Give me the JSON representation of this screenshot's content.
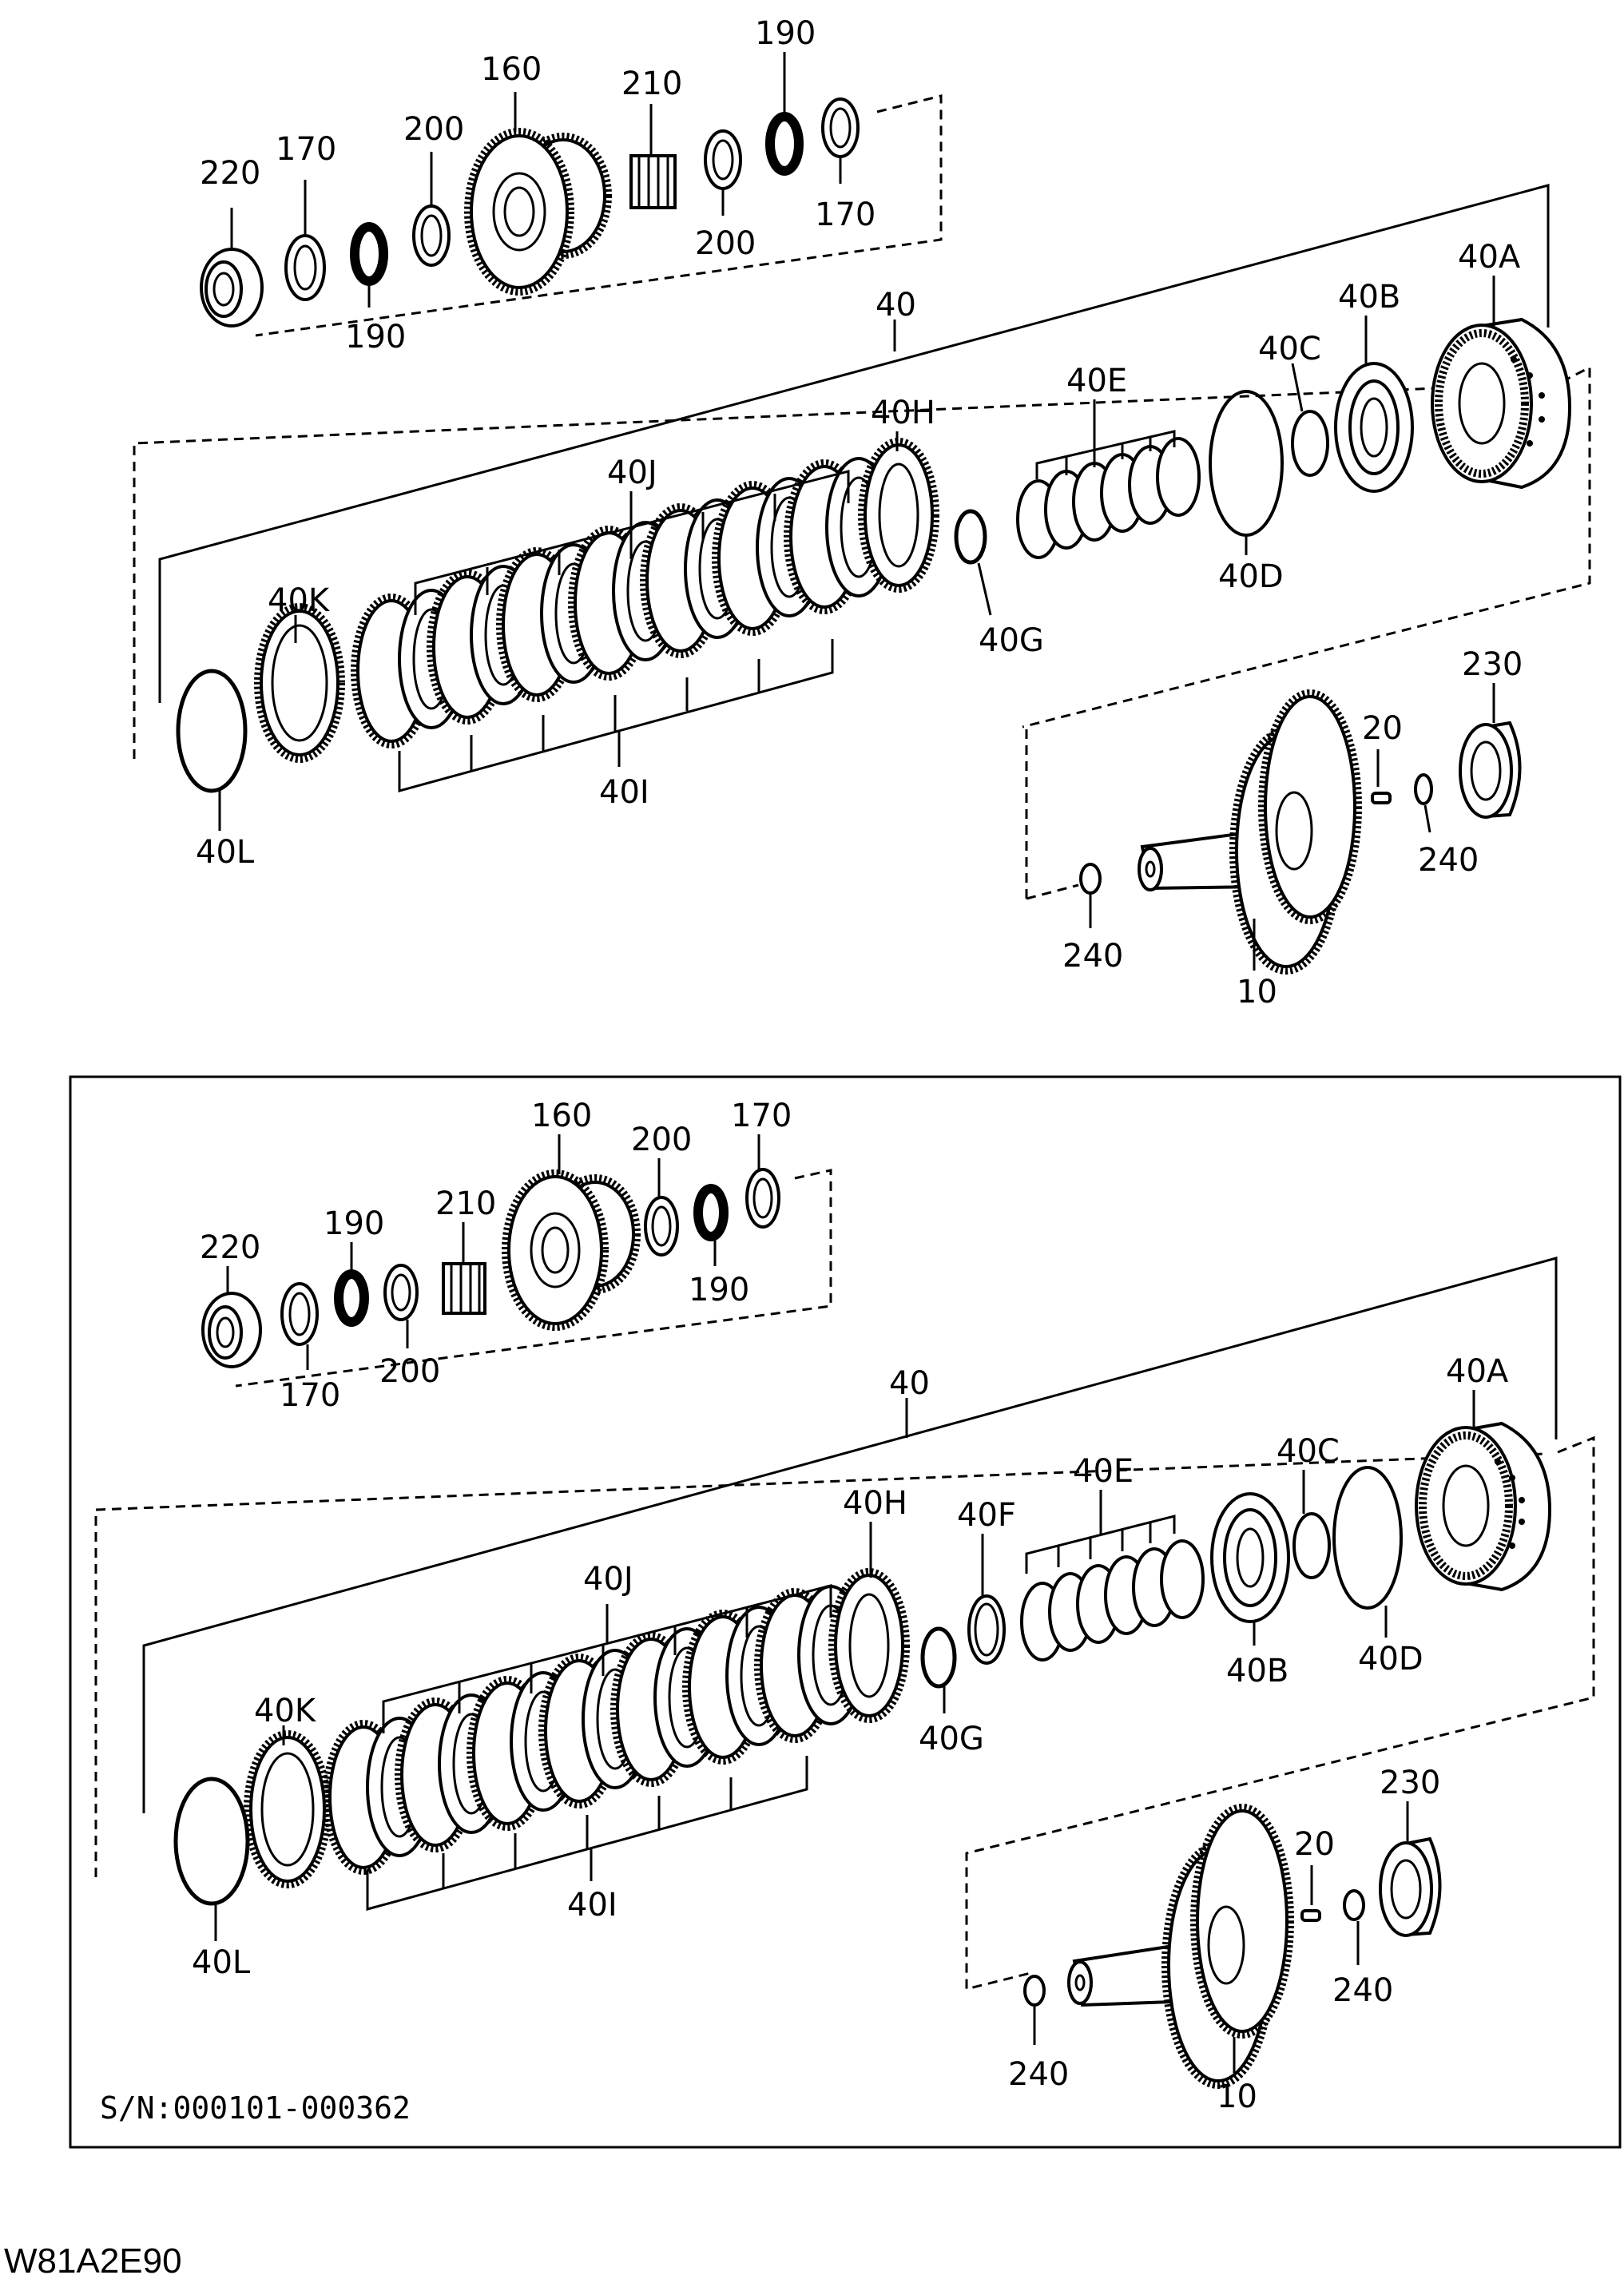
{
  "diagram_code": "W81A2E90",
  "inset": {
    "serial_range": "S/N:000101-000362"
  },
  "upper_view": {
    "labels": {
      "p220": "220",
      "p170a": "170",
      "p190a": "190",
      "p200a": "200",
      "p160": "160",
      "p210": "210",
      "p200b": "200",
      "p190b": "190",
      "p170b": "170",
      "p40": "40",
      "p40J": "40J",
      "p40H": "40H",
      "p40E": "40E",
      "p40C": "40C",
      "p40B": "40B",
      "p40A": "40A",
      "p40K": "40K",
      "p40G": "40G",
      "p40D": "40D",
      "p40I": "40I",
      "p40L": "40L",
      "p230": "230",
      "p20": "20",
      "p240a": "240",
      "p240b": "240",
      "p10": "10"
    }
  },
  "lower_view": {
    "labels": {
      "p160": "160",
      "p200a": "200",
      "p170a": "170",
      "p220": "220",
      "p190a": "190",
      "p210": "210",
      "p190b": "190",
      "p170b": "170",
      "p200b": "200",
      "p40": "40",
      "p40A": "40A",
      "p40C": "40C",
      "p40H": "40H",
      "p40F": "40F",
      "p40E": "40E",
      "p40J": "40J",
      "p40K": "40K",
      "p40B": "40B",
      "p40D": "40D",
      "p40G": "40G",
      "p40I": "40I",
      "p40L": "40L",
      "p230": "230",
      "p20": "20",
      "p240a": "240",
      "p240b": "240",
      "p10": "10"
    }
  }
}
